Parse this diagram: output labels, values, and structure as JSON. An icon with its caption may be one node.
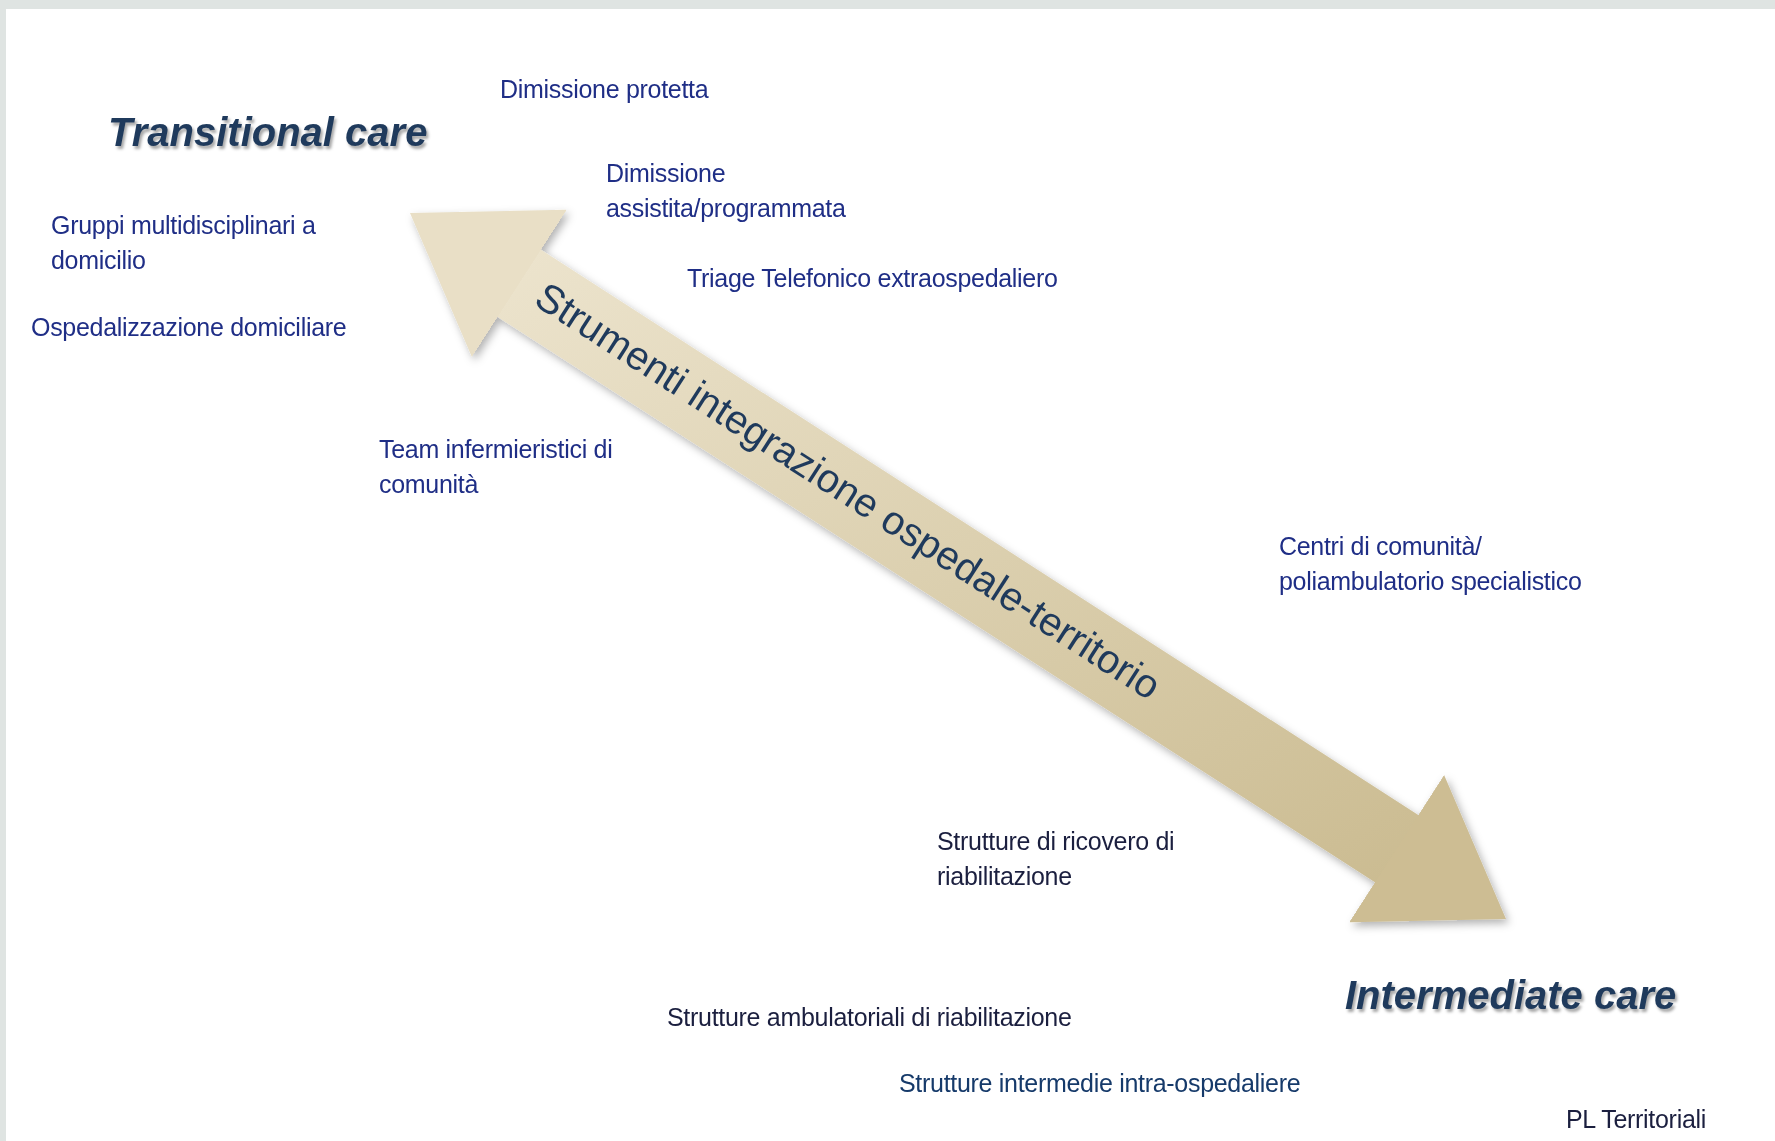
{
  "diagram": {
    "nodes": [
      {
        "text": [
          "Transitional care"
        ]
      },
      {
        "text": [
          "Intermediate care"
        ]
      }
    ],
    "edges": [
      {
        "from": 0,
        "to": 1,
        "arrow": "both",
        "label": "Strumenti integrazione ospedale-territorio"
      }
    ],
    "labels": [
      "Dimissione protetta",
      "Dimissione assistita/programmata",
      "Gruppi multidisciplinari a domicilio",
      "Triage Telefonico extraospedaliero",
      "Ospedalizzazione domiciliare",
      "Team infermieristici di comunità",
      "Centri di comunità/ poliambulatorio specialistico",
      "Strutture di ricovero di riabilitazione",
      "Strutture ambulatoriali di riabilitazione",
      "Strutture intermedie intra-ospedaliere",
      "PL Territoriali"
    ]
  }
}
